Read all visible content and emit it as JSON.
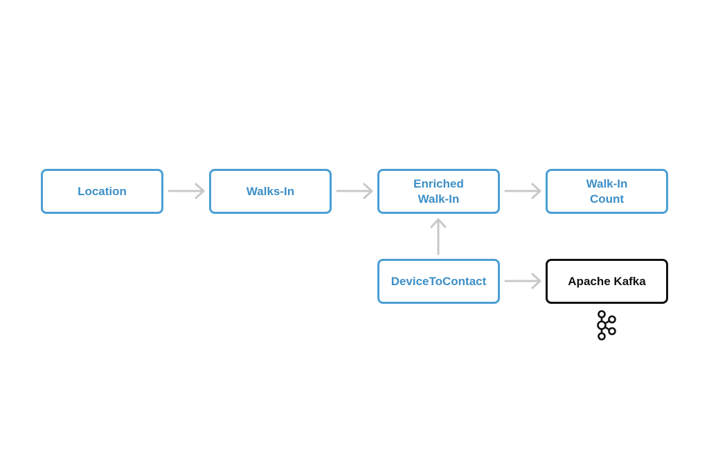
{
  "diagram": {
    "nodes": [
      {
        "id": "location",
        "label": "Location",
        "style": "blue"
      },
      {
        "id": "walks-in",
        "label": "Walks-In",
        "style": "blue"
      },
      {
        "id": "enriched-walk-in",
        "label": "Enriched\nWalk-In",
        "style": "blue"
      },
      {
        "id": "walk-in-count",
        "label": "Walk-In\nCount",
        "style": "blue"
      },
      {
        "id": "device-to-contact",
        "label": "DeviceToContact",
        "style": "blue"
      },
      {
        "id": "apache-kafka",
        "label": "Apache Kafka",
        "style": "dark"
      }
    ],
    "edges": [
      {
        "from": "location",
        "to": "walks-in"
      },
      {
        "from": "walks-in",
        "to": "enriched-walk-in"
      },
      {
        "from": "enriched-walk-in",
        "to": "walk-in-count"
      },
      {
        "from": "device-to-contact",
        "to": "enriched-walk-in"
      },
      {
        "from": "device-to-contact",
        "to": "apache-kafka"
      }
    ],
    "colors": {
      "node_border": "#4a9fd4",
      "node_text": "#3d8fc6",
      "kafka": "#111111",
      "arrow": "#c8c8c8"
    },
    "icons": {
      "kafka": "apache-kafka-logo-icon"
    }
  }
}
